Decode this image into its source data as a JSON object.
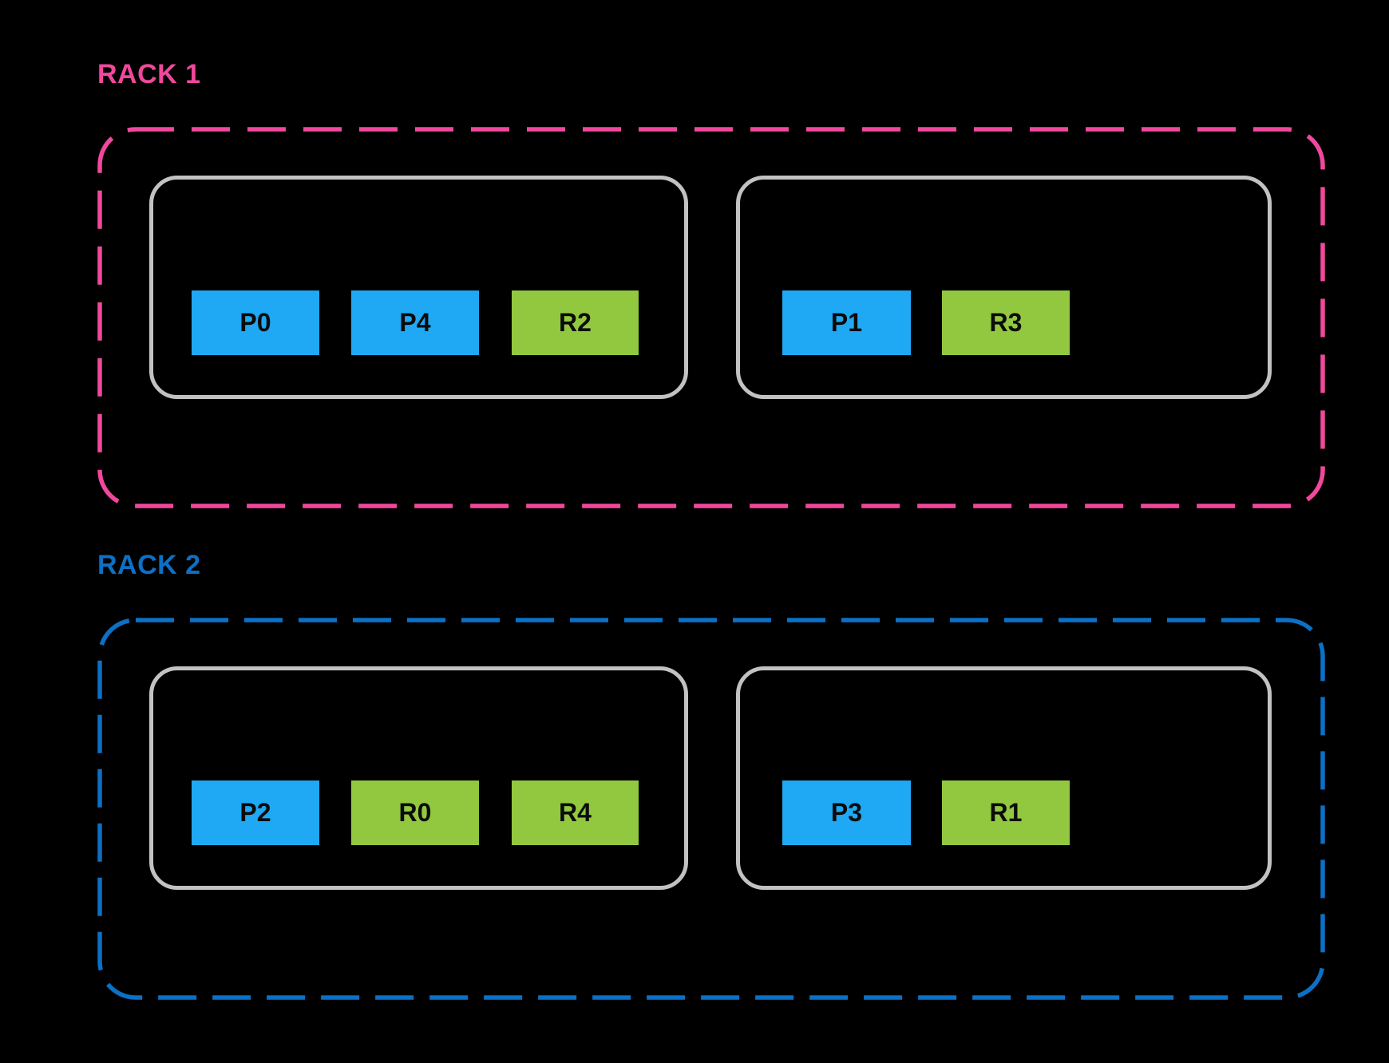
{
  "background": "#000000",
  "host_border_color": "#C2C2C2",
  "block_colors": {
    "param_blue": "#1FA8F3",
    "replica_green": "#92C83F"
  },
  "racks": [
    {
      "label": "RACK 1",
      "accent": "#F0489C",
      "hosts": [
        {
          "blocks": [
            {
              "label": "P0",
              "color": "#1FA8F3"
            },
            {
              "label": "P4",
              "color": "#1FA8F3"
            },
            {
              "label": "R2",
              "color": "#92C83F"
            }
          ]
        },
        {
          "blocks": [
            {
              "label": "P1",
              "color": "#1FA8F3"
            },
            {
              "label": "R3",
              "color": "#92C83F"
            }
          ]
        }
      ]
    },
    {
      "label": "RACK 2",
      "accent": "#0C70C5",
      "hosts": [
        {
          "blocks": [
            {
              "label": "P2",
              "color": "#1FA8F3"
            },
            {
              "label": "R0",
              "color": "#92C83F"
            },
            {
              "label": "R4",
              "color": "#92C83F"
            }
          ]
        },
        {
          "blocks": [
            {
              "label": "P3",
              "color": "#1FA8F3"
            },
            {
              "label": "R1",
              "color": "#92C83F"
            }
          ]
        }
      ]
    }
  ]
}
